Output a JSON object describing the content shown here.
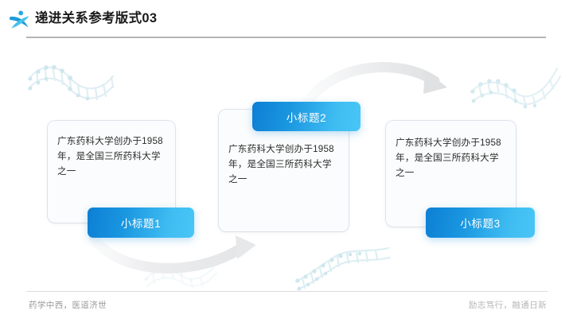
{
  "header": {
    "logo_icon": "person-swoosh-logo-icon",
    "title": "递进关系参考版式03"
  },
  "cards": [
    {
      "body": "广东药科大学创办于1958年，是全国三所药科大学之一",
      "label": "小标题1"
    },
    {
      "body": "广东药科大学创办于1958年，是全国三所药科大学之一",
      "label": "小标题2"
    },
    {
      "body": "广东药科大学创办于1958年，是全国三所药科大学之一",
      "label": "小标题3"
    }
  ],
  "arrows": [
    {
      "name": "arrow-step1-to-step2",
      "direction": "up-right"
    },
    {
      "name": "arrow-step2-to-step3",
      "direction": "down-right"
    }
  ],
  "decorations": [
    {
      "name": "dna-helix-top-left"
    },
    {
      "name": "dna-helix-top-right"
    },
    {
      "name": "dna-helix-bottom-center"
    },
    {
      "name": "dna-helix-bottom-left"
    }
  ],
  "footer": {
    "left": "药学中西，医道济世",
    "right": "励志笃行，融通日新"
  },
  "colors": {
    "pill_gradient_start": "#0d7fd4",
    "pill_gradient_end": "#49c6f6",
    "title_text": "#1a1a1a",
    "body_text": "#2b2b2b",
    "card_bg": "#fbfcfd",
    "arrow_gray": "#eceeef",
    "dna_blue": "#d7eaf0",
    "footer_text": "#9a9a9a"
  }
}
